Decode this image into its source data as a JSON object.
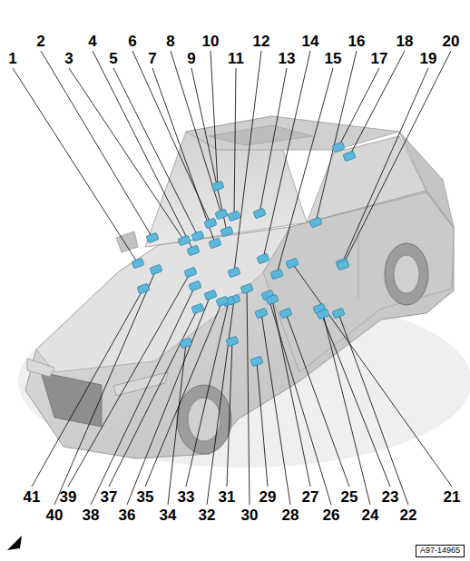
{
  "diagram": {
    "labels": [
      "1",
      "2",
      "3",
      "4",
      "5",
      "6",
      "7",
      "8",
      "9",
      "10",
      "11",
      "12",
      "13",
      "14",
      "15",
      "16",
      "17",
      "18",
      "19",
      "20",
      "21",
      "22",
      "23",
      "24",
      "25",
      "26",
      "27",
      "28",
      "29",
      "30",
      "31",
      "32",
      "33",
      "34",
      "35",
      "36",
      "37",
      "38",
      "39",
      "40",
      "41",
      "A97-14965"
    ]
  }
}
